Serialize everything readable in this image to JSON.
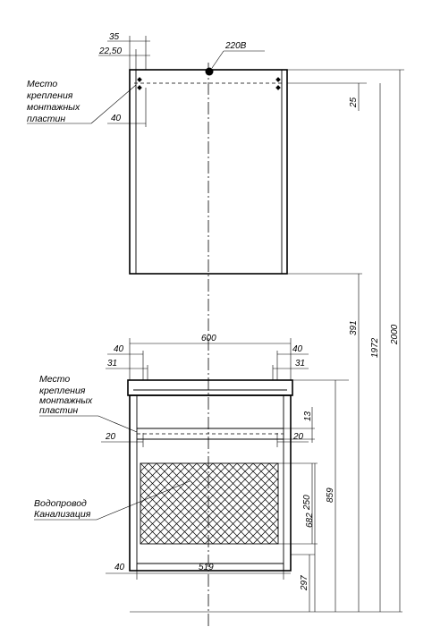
{
  "labels": {
    "mount_upper": [
      "Место",
      "крепления",
      "монтажных",
      "пластин"
    ],
    "mount_lower": [
      "Место",
      "крепления",
      "монтажных",
      "пластин"
    ],
    "plumbing": [
      "Водопровод",
      "Канализация"
    ],
    "socket": "220В"
  },
  "dimensions": {
    "top_35": "35",
    "top_22_50": "22,50",
    "upper_40": "40",
    "right_25": "25",
    "width_600": "600",
    "left_40": "40",
    "right_40": "40",
    "left_31": "31",
    "right_31": "31",
    "right_13": "13",
    "left_20": "20",
    "right_20": "20",
    "door_519": "519",
    "bottom_40": "40",
    "v_250": "250",
    "v_297": "297",
    "v_682": "682",
    "v_859": "859",
    "v_391": "391",
    "v_1972": "1972",
    "v_2000": "2000"
  }
}
